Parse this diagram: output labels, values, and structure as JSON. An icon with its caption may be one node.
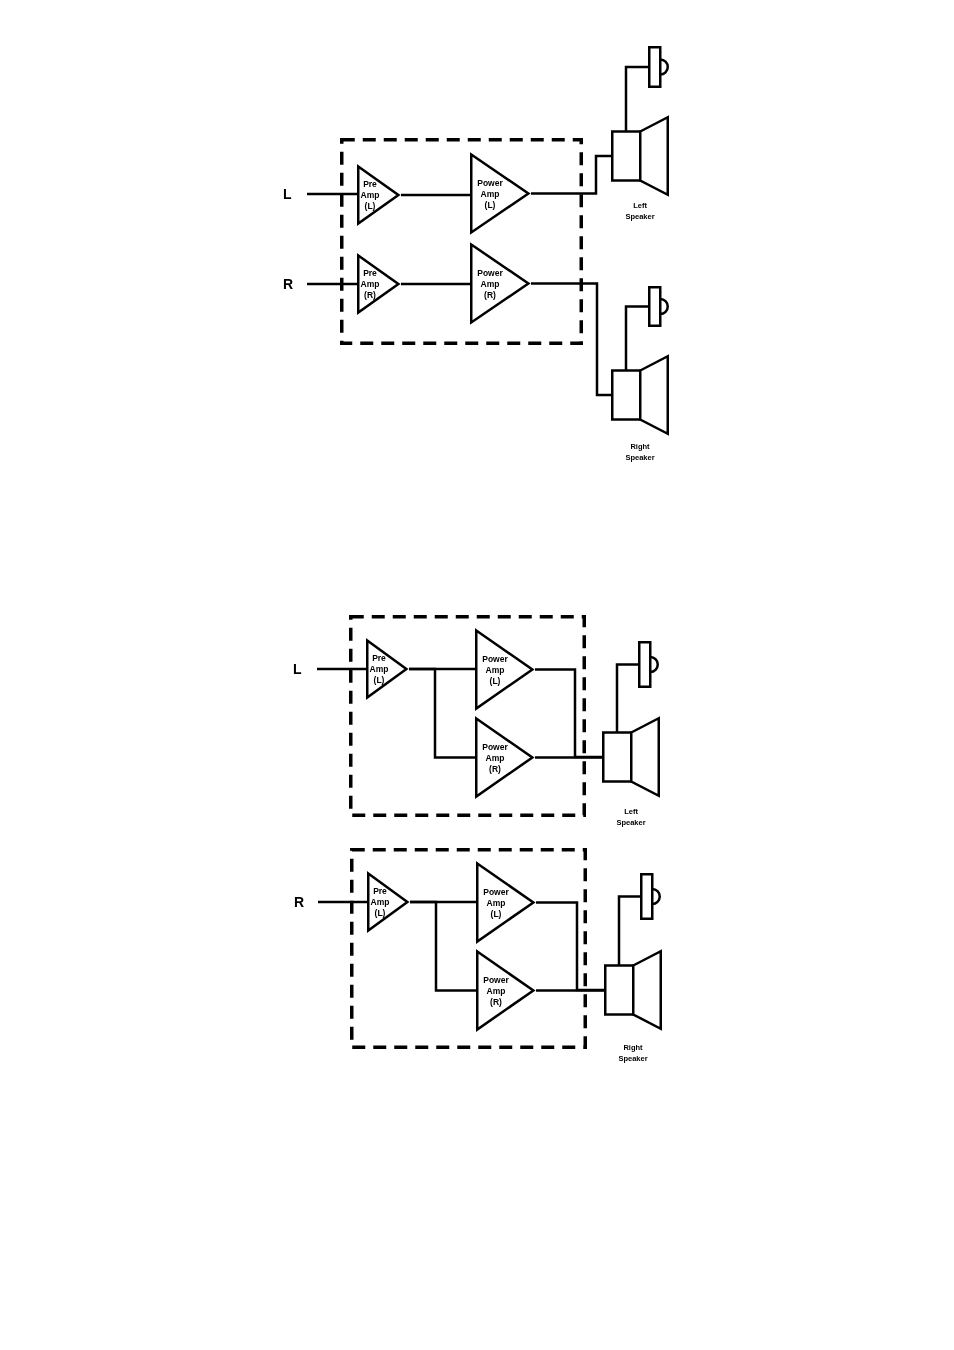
{
  "diagram": {
    "nodes": [
      {
        "text": [],
        "shape": "box"
      },
      {
        "text": [
          "L"
        ]
      },
      {
        "text": [
          "Pre Amp (L)"
        ],
        "in": 0
      },
      {
        "text": [
          "Power Amp (L)"
        ],
        "in": 0
      },
      {
        "text": [
          "R"
        ]
      },
      {
        "text": [
          "Pre Amp (R)"
        ],
        "in": 0
      },
      {
        "text": [
          "Power Amp (R)"
        ],
        "in": 0
      },
      {
        "text": [],
        "shape": "box"
      },
      {
        "text": [
          "Left Speaker"
        ]
      },
      {
        "text": [],
        "shape": "box"
      },
      {
        "text": [
          "Right Speaker"
        ]
      },
      {
        "text": [],
        "shape": "box"
      },
      {
        "text": [
          "L"
        ]
      },
      {
        "text": [
          "Pre Amp (L)"
        ],
        "in": 11
      },
      {
        "text": [
          "Power Amp (L)"
        ],
        "in": 11
      },
      {
        "text": [
          "Power Amp (R)"
        ],
        "in": 11
      },
      {
        "text": [],
        "shape": "box"
      },
      {
        "text": [
          "Left Speaker"
        ]
      },
      {
        "text": [],
        "shape": "box"
      },
      {
        "text": [
          "R"
        ]
      },
      {
        "text": [
          "Pre Amp (L)"
        ],
        "in": 18
      },
      {
        "text": [
          "Power Amp (L)"
        ],
        "in": 18
      },
      {
        "text": [
          "Power Amp (R)"
        ],
        "in": 18
      },
      {
        "text": [],
        "shape": "box"
      },
      {
        "text": [
          "Right Speaker"
        ]
      }
    ],
    "edges": [
      {
        "from": 1,
        "to": 2,
        "arrow": "none"
      },
      {
        "from": 2,
        "to": 3,
        "arrow": "none"
      },
      {
        "from": 3,
        "to": 8,
        "arrow": "none"
      },
      {
        "from": 8,
        "to": 7,
        "arrow": "none"
      },
      {
        "from": 4,
        "to": 5,
        "arrow": "none"
      },
      {
        "from": 5,
        "to": 6,
        "arrow": "none"
      },
      {
        "from": 6,
        "to": 10,
        "arrow": "none"
      },
      {
        "from": 10,
        "to": 9,
        "arrow": "none"
      },
      {
        "from": 12,
        "to": 13,
        "arrow": "none"
      },
      {
        "from": 13,
        "to": 14,
        "arrow": "none"
      },
      {
        "from": 13,
        "to": 15,
        "arrow": "none"
      },
      {
        "from": 14,
        "to": 17,
        "arrow": "none"
      },
      {
        "from": 15,
        "to": 17,
        "arrow": "none"
      },
      {
        "from": 17,
        "to": 16,
        "arrow": "none"
      },
      {
        "from": 19,
        "to": 20,
        "arrow": "none"
      },
      {
        "from": 20,
        "to": 21,
        "arrow": "none"
      },
      {
        "from": 20,
        "to": 22,
        "arrow": "none"
      },
      {
        "from": 21,
        "to": 24,
        "arrow": "none"
      },
      {
        "from": 22,
        "to": 24,
        "arrow": "none"
      },
      {
        "from": 24,
        "to": 23,
        "arrow": "none"
      }
    ]
  }
}
